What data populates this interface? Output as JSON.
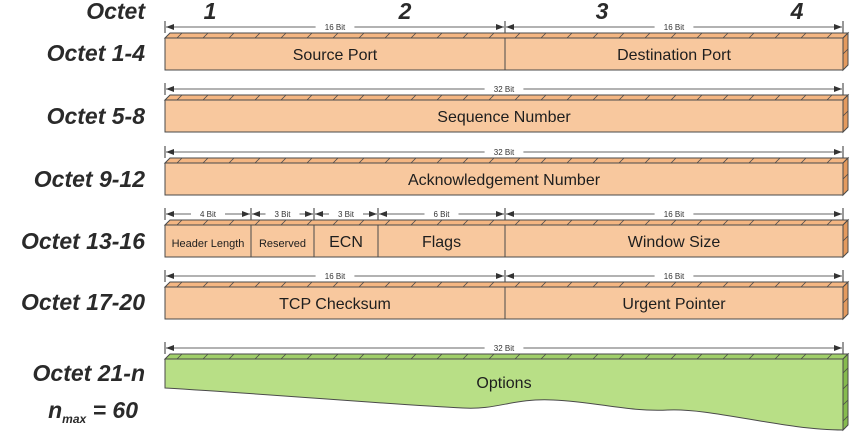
{
  "header": {
    "octet_label": "Octet",
    "columns": [
      "1",
      "2",
      "3",
      "4"
    ]
  },
  "rows": [
    {
      "label": "Octet 1-4",
      "dimensions": [
        "16 Bit",
        "16 Bit"
      ],
      "fields": [
        "Source Port",
        "Destination Port"
      ]
    },
    {
      "label": "Octet 5-8",
      "dimensions": [
        "32 Bit"
      ],
      "fields": [
        "Sequence Number"
      ]
    },
    {
      "label": "Octet 9-12",
      "dimensions": [
        "32 Bit"
      ],
      "fields": [
        "Acknowledgement Number"
      ]
    },
    {
      "label": "Octet 13-16",
      "dimensions": [
        "4 Bit",
        "3 Bit",
        "3 Bit",
        "6 Bit",
        "16 Bit"
      ],
      "fields": [
        "Header Length",
        "Reserved",
        "ECN",
        "Flags",
        "Window Size"
      ]
    },
    {
      "label": "Octet 17-20",
      "dimensions": [
        "16 Bit",
        "16 Bit"
      ],
      "fields": [
        "TCP Checksum",
        "Urgent Pointer"
      ]
    },
    {
      "label": "Octet 21-n",
      "dimensions": [
        "32 Bit"
      ],
      "fields": [
        "Options"
      ],
      "note_main": "n",
      "note_sub": "max",
      "note_rest": " = 60"
    }
  ],
  "colors": {
    "field_fill": "#f8c89e",
    "field_top": "#f4b682",
    "field_side": "#e49a5e",
    "options_fill": "#b8df86",
    "options_top": "#a0cf6a",
    "options_side": "#86bb4e"
  }
}
